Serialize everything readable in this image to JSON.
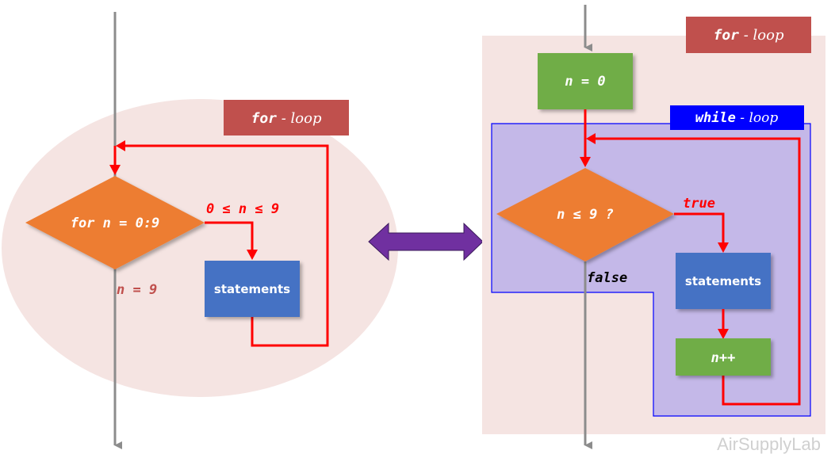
{
  "colors": {
    "flow_line": "#8c8c8c",
    "loop_line": "#ff0000",
    "decision": "#ed7d31",
    "statements": "#4472c4",
    "init_step": "#70ad47",
    "label_bg_for": "#c0504d",
    "label_bg_while": "#0000ff",
    "region_for": "#f5e4e2",
    "region_while": "#c4b8e8",
    "region_while_border": "#0000ff",
    "double_arrow": "#7030a0",
    "condition_text": "#ff0000",
    "exit_text": "#c0504d",
    "watermark": "#d0d0d0"
  },
  "left_diagram": {
    "title": {
      "keyword": "for",
      "sep": " - ",
      "word": "loop"
    },
    "decision": "for n = 0:9",
    "condition_label": "0 ≤ n ≤ 9",
    "exit_label": "n = 9",
    "statements": "statements"
  },
  "right_diagram": {
    "outer_title": {
      "keyword": "for",
      "sep": " - ",
      "word": "loop"
    },
    "inner_title": {
      "keyword": "while",
      "sep": " - ",
      "word": "loop"
    },
    "init": "n = 0",
    "decision": "n ≤ 9 ?",
    "true_label": "true",
    "false_label": "false",
    "statements": "statements",
    "increment": "n++"
  },
  "equivalence_arrow": "double-arrow-icon",
  "watermark": "AirSupplyLab"
}
